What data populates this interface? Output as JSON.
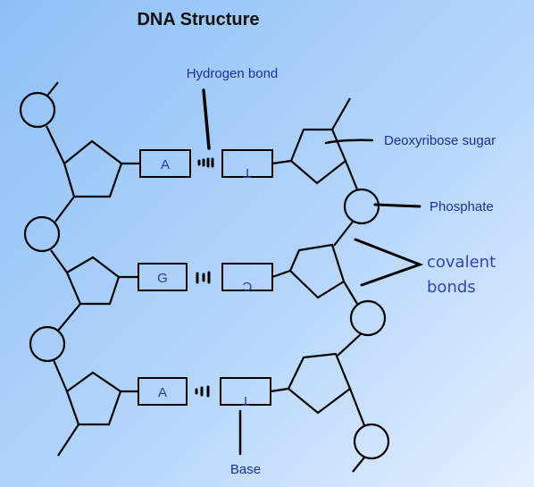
{
  "title": "DNA Structure",
  "labels": {
    "hydrogen_bond": "Hydrogen bond",
    "deoxyribose_sugar": "Deoxyribose sugar",
    "phosphate": "Phosphate",
    "covalent_line1": "covalent",
    "covalent_line2": "bonds",
    "base": "Base"
  },
  "base_pairs": [
    {
      "left": "A",
      "right": "T",
      "right_rotated": true
    },
    {
      "left": "G",
      "right": "C",
      "right_rotated": true
    },
    {
      "left": "A",
      "right": "T",
      "right_rotated": true
    }
  ],
  "colors": {
    "label_text": "#1f2fa0",
    "annotation_text": "#3343b8",
    "line": "#000000",
    "background_start": "#8ec0f5",
    "background_end": "#e4f0fe"
  }
}
